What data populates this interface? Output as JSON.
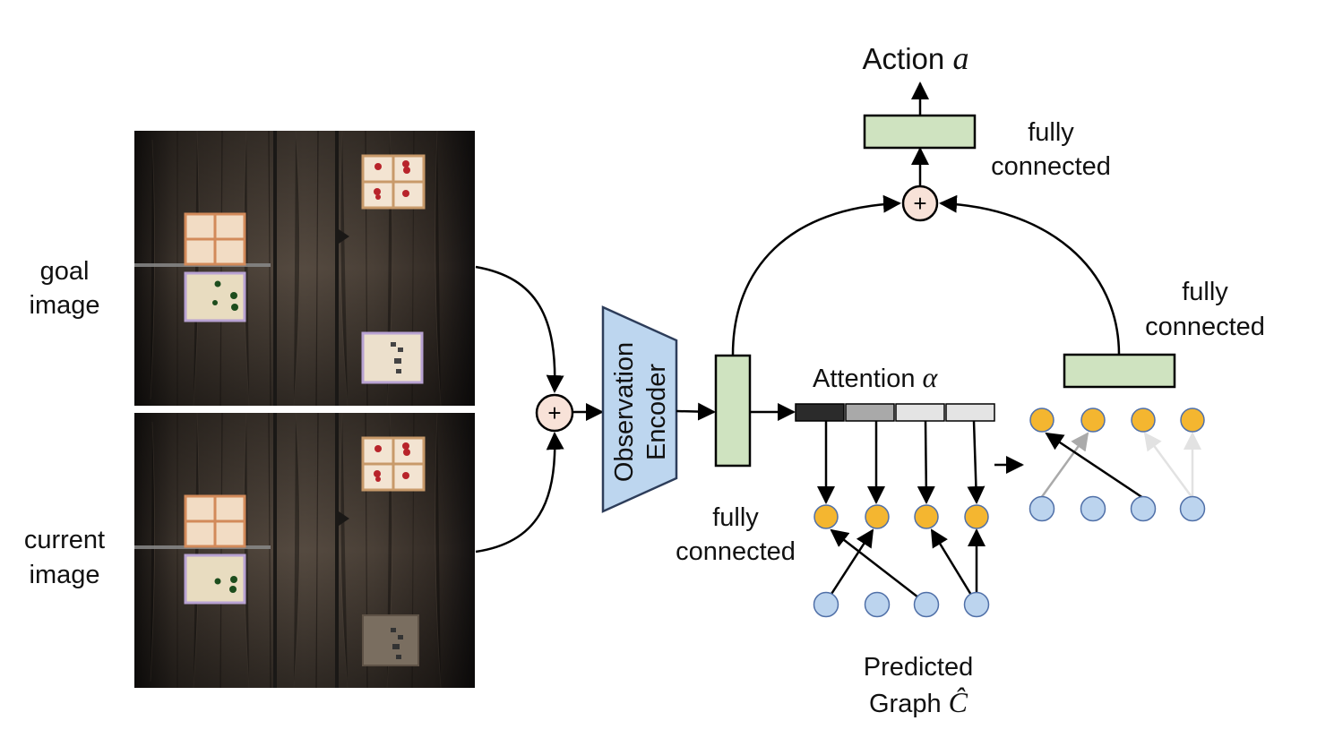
{
  "labels": {
    "goal_line1": "goal",
    "goal_line2": "image",
    "current_line1": "current",
    "current_line2": "image",
    "encoder_line1": "Observation",
    "encoder_line2": "Encoder",
    "fc_mid_line1": "fully",
    "fc_mid_line2": "connected",
    "fc_top_line1": "fully",
    "fc_top_line2": "connected",
    "fc_right_line1": "fully",
    "fc_right_line2": "connected",
    "attention_text": "Attention ",
    "attention_symbol": "α",
    "action_text": "Action ",
    "action_symbol": "a",
    "predicted_line1": "Predicted",
    "predicted_line2": "Graph ",
    "predicted_symbol": "Ĉ",
    "plus_symbol": "+"
  },
  "colors": {
    "fc_green": "#cfe3c0",
    "encoder_blue": "#bdd6ef",
    "plus_pink": "#f8e2d8",
    "node_orange": "#f4b630",
    "node_blue": "#bcd4ee",
    "node_stroke": "#5070a8",
    "floor_dark": "#2a2420"
  },
  "attention_weights": [
    "#2b2b2b",
    "#a9a9a9",
    "#e4e4e4",
    "#e4e4e4"
  ]
}
